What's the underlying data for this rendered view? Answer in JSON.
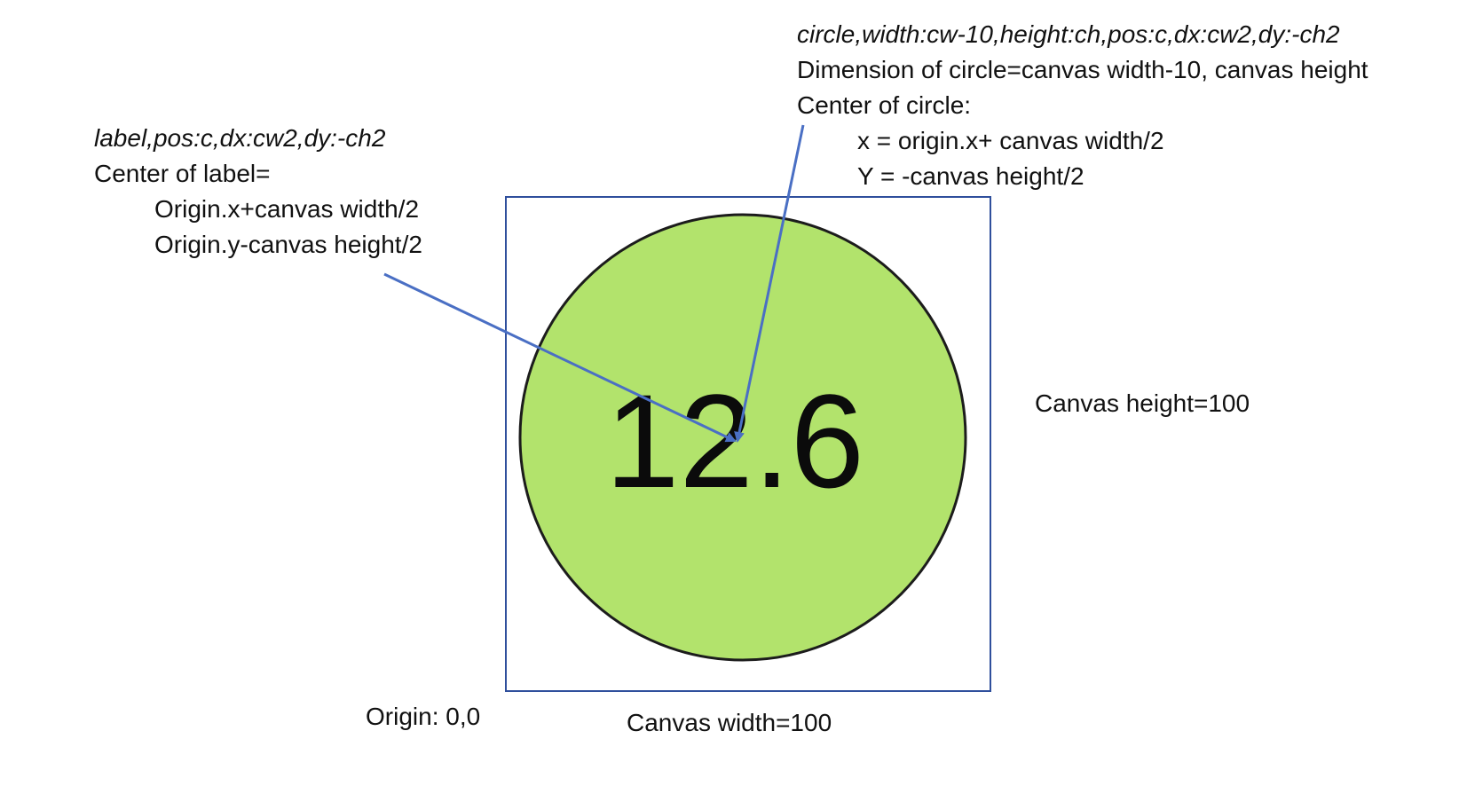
{
  "label_note": {
    "code": "label,pos:c,dx:cw2,dy:-ch2",
    "line1": "Center of label=",
    "line2": "Origin.x+canvas width/2",
    "line3": "Origin.y-canvas height/2"
  },
  "circle_note": {
    "code": "circle,width:cw-10,height:ch,pos:c,dx:cw2,dy:-ch2",
    "line1": "Dimension of circle=canvas width-10, canvas height",
    "line2": "Center of circle:",
    "line3": "x = origin.x+ canvas width/2",
    "line4": "Y = -canvas height/2"
  },
  "canvas": {
    "height_label": "Canvas height=100",
    "width_label": "Canvas width=100",
    "origin_label": "Origin: 0,0"
  },
  "circle": {
    "value": "12.6",
    "fill_color": "#b2e36c",
    "stroke_color": "#1c1c1c"
  },
  "colors": {
    "canvas_border": "#2f4f9c",
    "arrow": "#4a6fc4"
  }
}
